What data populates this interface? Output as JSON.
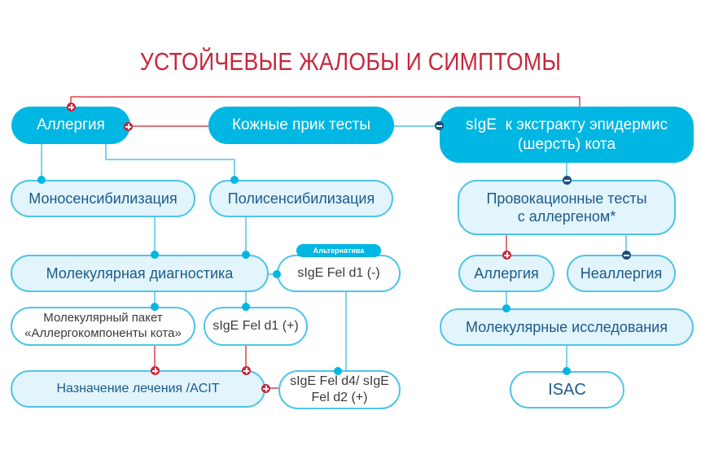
{
  "title": "УСТОЙЧЕВЫЕ ЖАЛОБЫ И СИМПТОМЫ",
  "nodes": {
    "allergy_top": "Аллергия",
    "skin_tests": "Кожные прик тесты",
    "sige_extract": "sIgE  к экстракту эпидермис (шерсть) кота",
    "monosens": "Моносенсибилизация",
    "polysens": "Полисенсибилизация",
    "mol_diag": "Молекулярная диагностика",
    "fel_d1_neg": "sIgE Fel d1 (-)",
    "alternative_badge": "Альтернатива",
    "mol_package": "Молекулярный пакет «Аллергокомпоненты кота»",
    "fel_d1_pos": "sIgE Fel d1 (+)",
    "treatment": "Назначение лечения /ACIT",
    "fel_d4_d2": "sIgE Fel d4/ sIgE Fel d2 (+)",
    "provocation": "Провокационные тесты с аллергеном*",
    "allergy_right": "Аллергия",
    "non_allergy": "Неаллергия",
    "mol_research": "Молекулярные исследования",
    "isac": "ISAC"
  },
  "colors": {
    "title": "#c8263a",
    "primary": "#00b6e3",
    "light_fill": "#e2f4fc",
    "positive": "#c8263a",
    "negative": "#1d4f7c"
  }
}
